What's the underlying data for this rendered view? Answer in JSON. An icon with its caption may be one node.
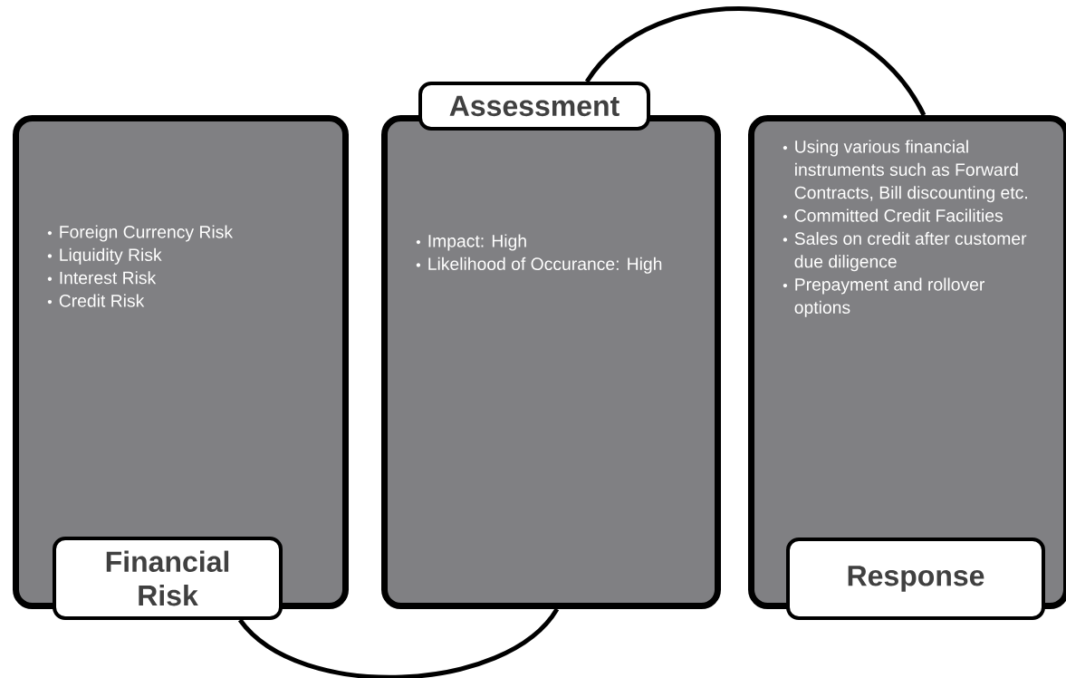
{
  "diagram": {
    "nodes": [
      {
        "text": [
          "Foreign Currency Risk",
          "Liquidity Risk",
          "Interest Risk",
          "Credit Risk"
        ]
      },
      {
        "text": [
          "Financial Risk"
        ]
      },
      {
        "text": [
          "Impact: High",
          "Likelihood of Occurance: High"
        ]
      },
      {
        "text": [
          "Assessment"
        ]
      },
      {
        "text": [
          "Using various financial instruments such as Forward Contracts, Bill discounting etc.",
          "Committed Credit Facilities",
          "Sales on credit after customer due diligence",
          "Prepayment and rollover options"
        ]
      },
      {
        "text": [
          "Response"
        ]
      }
    ],
    "edges": [
      {
        "from": 1,
        "to": 2,
        "arrow": "none"
      },
      {
        "from": 3,
        "to": 4,
        "arrow": "none"
      }
    ]
  }
}
